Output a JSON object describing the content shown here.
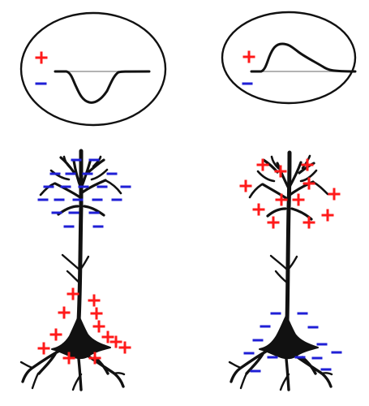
{
  "colors": {
    "positive_charge": "#ff1a1a",
    "negative_charge": "#1f1fd6",
    "outline": "#111111",
    "baseline": "#9a9a9a"
  },
  "panels": [
    {
      "id": "left",
      "waveform": "negative-deflection",
      "legend_polarity": [
        "positive",
        "negative"
      ],
      "dendrite_charge": "negative",
      "soma_charge": "positive"
    },
    {
      "id": "right",
      "waveform": "positive-deflection",
      "legend_polarity": [
        "positive",
        "negative"
      ],
      "dendrite_charge": "positive",
      "soma_charge": "negative"
    }
  ]
}
